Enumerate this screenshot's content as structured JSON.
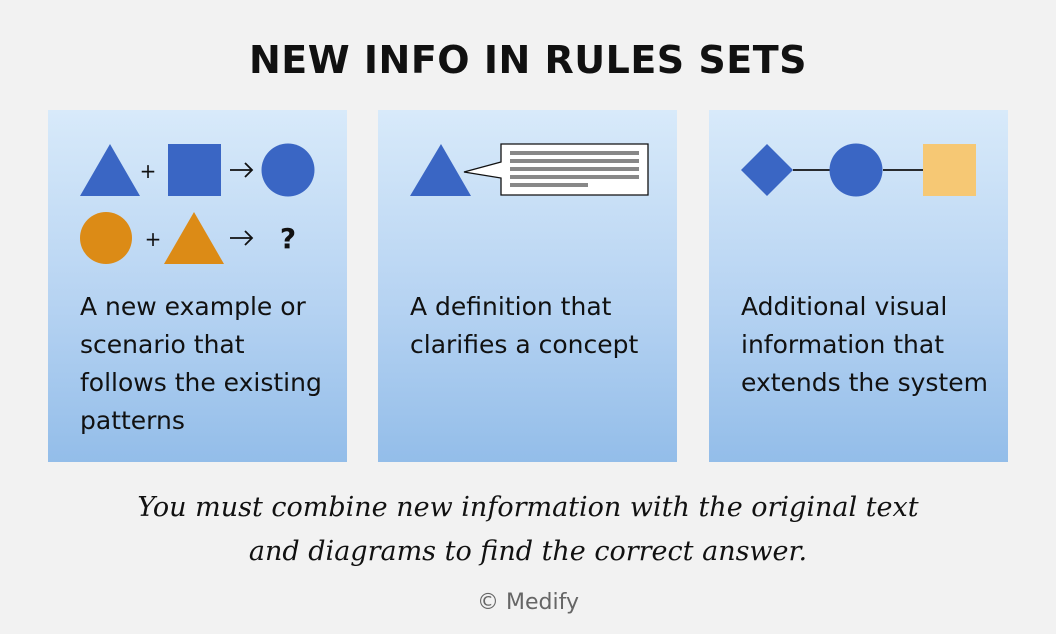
{
  "title": "NEW INFO IN RULES SETS",
  "colors": {
    "background": "#f2f2f2",
    "shape_blue": "#3a66c4",
    "shape_orange": "#dc8b16",
    "shape_yellow": "#f6c874",
    "panel_top": "#d8eafa",
    "panel_bottom": "#93bde9"
  },
  "panels": [
    {
      "text": "A new example or scenario that follows the existing patterns",
      "diagram": {
        "row1": [
          "blue-triangle-icon",
          "plus-icon",
          "blue-square-icon",
          "arrow-right-icon",
          "blue-circle-icon"
        ],
        "row2": [
          "orange-circle-icon",
          "plus-icon",
          "orange-triangle-icon",
          "arrow-right-icon",
          "question-mark-icon"
        ],
        "plus": "+",
        "question": "?"
      }
    },
    {
      "text": "A definition that clarifies a concept",
      "diagram": {
        "icons": [
          "blue-triangle-icon",
          "speech-bubble-text-icon"
        ]
      }
    },
    {
      "text": "Additional visual information that extends the system",
      "diagram": {
        "icons": [
          "blue-diamond-icon",
          "connector-line-icon",
          "blue-circle-icon",
          "connector-line-icon",
          "yellow-square-icon"
        ]
      }
    }
  ],
  "footer": {
    "line1": "You must combine new information with the original text",
    "line2": "and diagrams to find the correct answer."
  },
  "copyright": "© Medify"
}
